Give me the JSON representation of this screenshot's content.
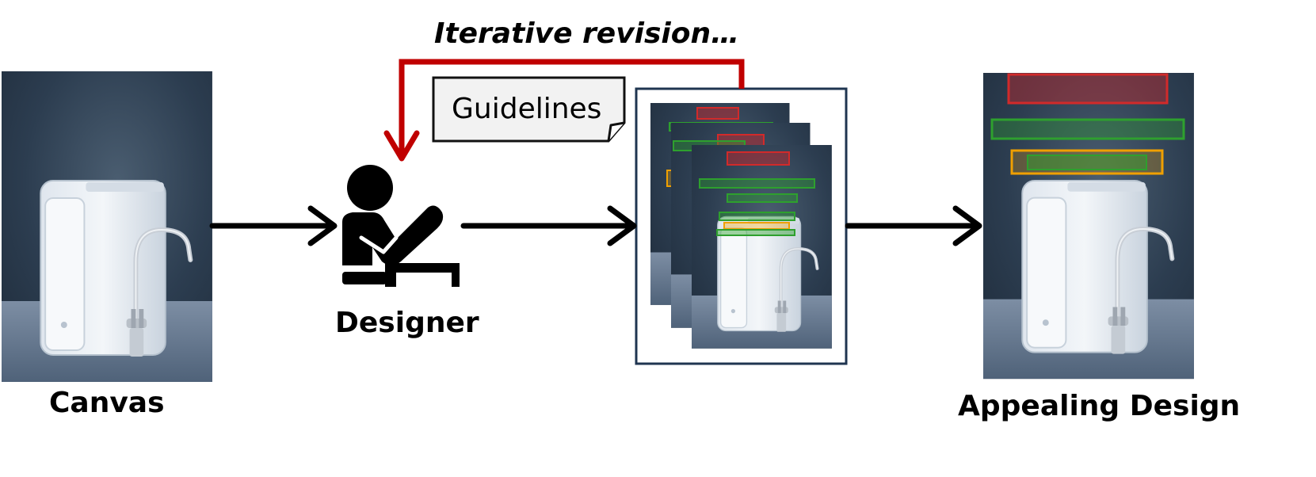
{
  "labels": {
    "canvas": "Canvas",
    "designer": "Designer",
    "appealing_design": "Appealing Design",
    "iterative_revision": "Iterative revision…",
    "guidelines": "Guidelines"
  },
  "colors": {
    "arrow": "#000000",
    "revision_arrow": "#c00000",
    "poster_bg_top": "#233245",
    "poster_bg_mid": "#3a4c5e",
    "floor": "#667a92",
    "product": "#e6ecf2",
    "box_red": "#c0282d",
    "box_green": "#2ea02e",
    "box_orange": "#f0a000"
  }
}
